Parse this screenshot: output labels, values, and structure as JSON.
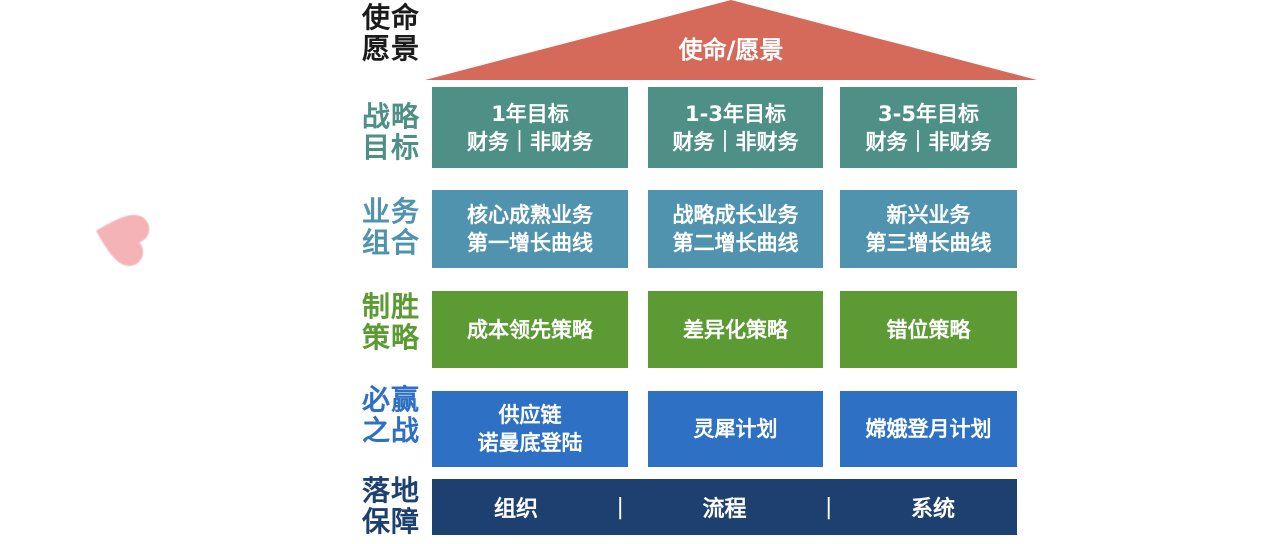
{
  "palette": {
    "roof": "#d5695a",
    "row_goals": "#4e9086",
    "row_portfolio": "#4f93ae",
    "row_strategy": "#5c9b33",
    "row_battles": "#2e71c4",
    "foundation": "#1d4070",
    "mission_text": "#1b1b1b",
    "heart": "#f2a6ab",
    "box_text": "#ffffff"
  },
  "roof": {
    "label": "使命/愿景"
  },
  "side": {
    "mission": {
      "line1": "使命",
      "line2": "愿景"
    }
  },
  "rows": [
    {
      "label": {
        "line1": "战略",
        "line2": "目标"
      },
      "boxes": [
        {
          "line1": "1年目标",
          "line2": "财务｜非财务"
        },
        {
          "line1": "1-3年目标",
          "line2": "财务｜非财务"
        },
        {
          "line1": "3-5年目标",
          "line2": "财务｜非财务"
        }
      ]
    },
    {
      "label": {
        "line1": "业务",
        "line2": "组合"
      },
      "boxes": [
        {
          "line1": "核心成熟业务",
          "line2": "第一增长曲线"
        },
        {
          "line1": "战略成长业务",
          "line2": "第二增长曲线"
        },
        {
          "line1": "新兴业务",
          "line2": "第三增长曲线"
        }
      ]
    },
    {
      "label": {
        "line1": "制胜",
        "line2": "策略"
      },
      "boxes": [
        {
          "line1": "成本领先策略"
        },
        {
          "line1": "差异化策略"
        },
        {
          "line1": "错位策略"
        }
      ]
    },
    {
      "label": {
        "line1": "必赢",
        "line2": "之战"
      },
      "boxes": [
        {
          "line1": "供应链",
          "line2": "诺曼底登陆"
        },
        {
          "line1": "灵犀计划"
        },
        {
          "line1": "嫦娥登月计划"
        }
      ]
    }
  ],
  "foundation": {
    "label": {
      "line1": "落地",
      "line2": "保障"
    },
    "items": [
      "组织",
      "流程",
      "系统"
    ],
    "separator": "|"
  }
}
